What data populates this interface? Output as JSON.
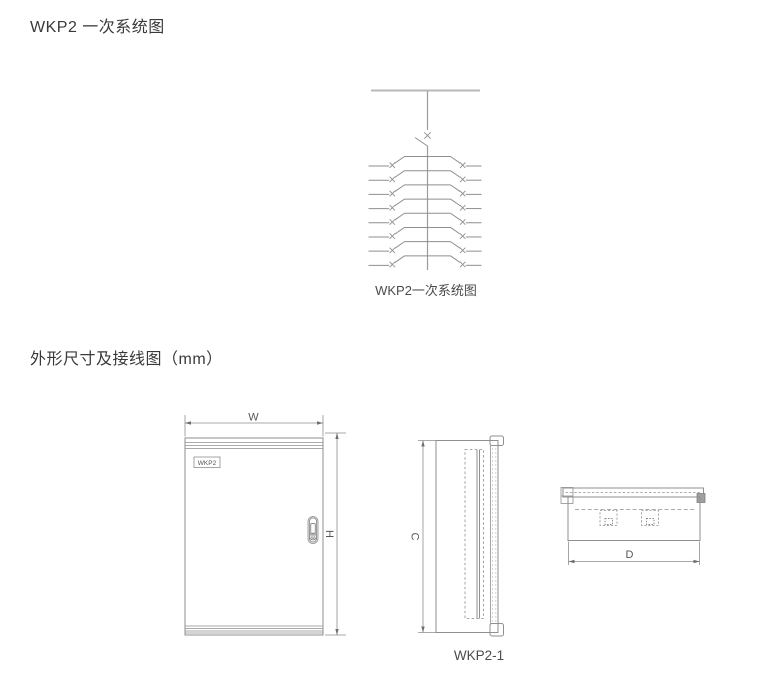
{
  "colors": {
    "line": "#8f8f8f",
    "bus": "#b8b8b8",
    "trunk": "#9c9c9c",
    "arrow": "#6e6e6e",
    "text_heading": "#3a3a3a",
    "text_caption": "#4b4b4b",
    "text_dim": "#555555"
  },
  "headings": {
    "section1": "WKP2 一次系统图",
    "section2": "外形尺寸及接线图（mm）"
  },
  "oneline_diagram": {
    "caption": "WKP2一次系统图",
    "branch_rows": 8
  },
  "outline_drawings": {
    "caption": "WKP2-1",
    "front_view": {
      "nameplate": "WKP2",
      "width_label": "W",
      "height_label": "H"
    },
    "side_view": {
      "depth_label": "C"
    },
    "top_view": {
      "width_label": "D"
    }
  }
}
